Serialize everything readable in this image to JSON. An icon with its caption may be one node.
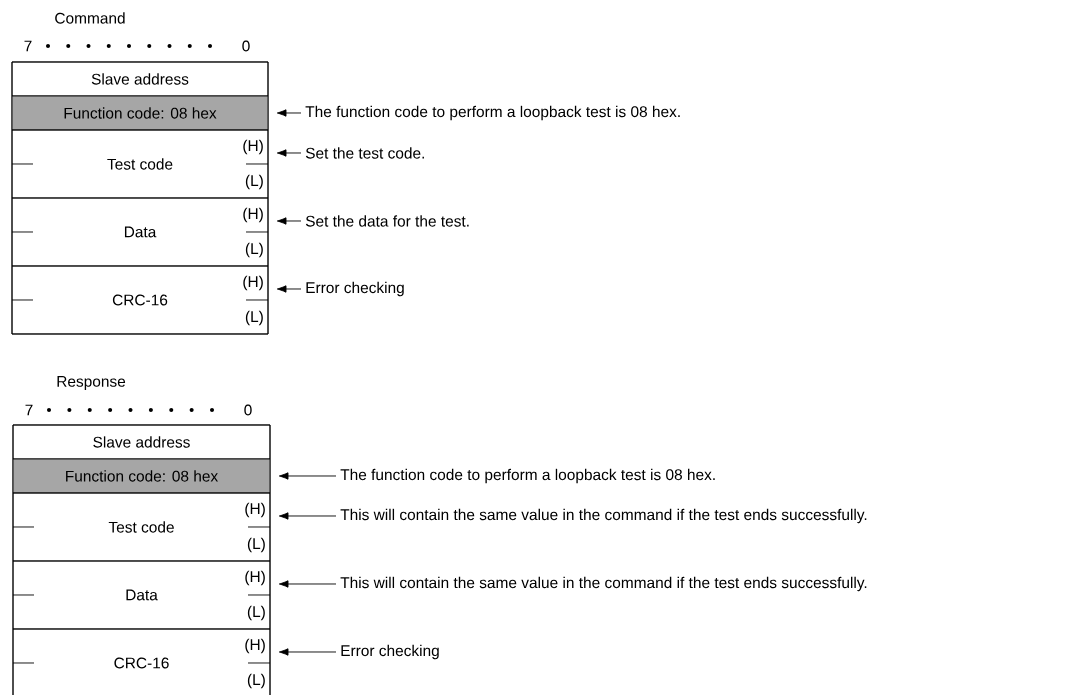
{
  "diagram": {
    "nodes": [
      {
        "text": [
          "Command"
        ]
      },
      {
        "text": [
          "Slave address"
        ],
        "in": 0
      },
      {
        "text": [
          "Function code: 08 hex"
        ],
        "in": 0
      },
      {
        "text": [
          "Test code",
          "(H)",
          "(L)"
        ],
        "in": 0
      },
      {
        "text": [
          "Data",
          "(H)",
          "(L)"
        ],
        "in": 0
      },
      {
        "text": [
          "CRC-16",
          "(H)",
          "(L)"
        ],
        "in": 0
      },
      {
        "text": [
          "The function code to perform a loopback test is 08 hex."
        ]
      },
      {
        "text": [
          "Set the test code."
        ]
      },
      {
        "text": [
          "Set the data for the test."
        ]
      },
      {
        "text": [
          "Error checking"
        ]
      },
      {
        "text": [
          "Response"
        ]
      },
      {
        "text": [
          "Slave address"
        ],
        "in": 10
      },
      {
        "text": [
          "Function code: 08 hex"
        ],
        "in": 10
      },
      {
        "text": [
          "Test code",
          "(H)",
          "(L)"
        ],
        "in": 10
      },
      {
        "text": [
          "Data",
          "(H)",
          "(L)"
        ],
        "in": 10
      },
      {
        "text": [
          "CRC-16",
          "(H)",
          "(L)"
        ],
        "in": 10
      },
      {
        "text": [
          "The function code to perform a loopback test is 08 hex."
        ]
      },
      {
        "text": [
          "This will contain the same value in the command if the test ends successfully."
        ]
      },
      {
        "text": [
          "This will contain the same value in the command if the test ends successfully."
        ]
      },
      {
        "text": [
          "Error checking"
        ]
      }
    ],
    "edges": [
      {
        "from": 6,
        "to": 2,
        "arrow": "to"
      },
      {
        "from": 7,
        "to": 3,
        "arrow": "to"
      },
      {
        "from": 8,
        "to": 4,
        "arrow": "to"
      },
      {
        "from": 9,
        "to": 5,
        "arrow": "to"
      },
      {
        "from": 16,
        "to": 12,
        "arrow": "to"
      },
      {
        "from": 17,
        "to": 13,
        "arrow": "to"
      },
      {
        "from": 18,
        "to": 14,
        "arrow": "to"
      },
      {
        "from": 19,
        "to": 15,
        "arrow": "to"
      }
    ],
    "labels": [
      "7",
      "0",
      "7",
      "0"
    ]
  }
}
